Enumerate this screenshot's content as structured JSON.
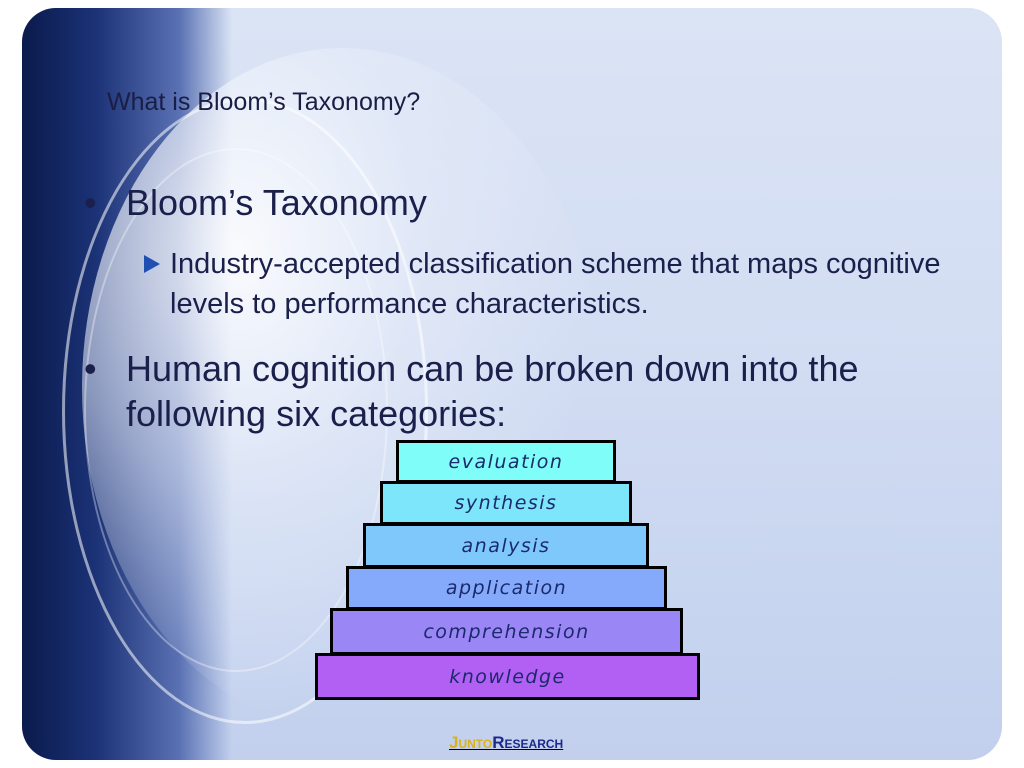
{
  "slide": {
    "title": "What is Bloom’s Taxonomy?",
    "bullets": [
      {
        "marker": "•",
        "text": "Bloom’s Taxonomy",
        "sub": [
          {
            "marker": "arrow-right-icon",
            "text": "Industry-accepted classification scheme that maps cognitive levels to performance characteristics."
          }
        ]
      },
      {
        "marker": "•",
        "text": "Human cognition can be broken down into the following six categories:"
      }
    ]
  },
  "pyramid": {
    "levels": [
      {
        "label": "evaluation",
        "color": "#7ffdf8"
      },
      {
        "label": "synthesis",
        "color": "#7ee6fb"
      },
      {
        "label": "analysis",
        "color": "#7fc8fb"
      },
      {
        "label": "application",
        "color": "#85aafb"
      },
      {
        "label": "comprehension",
        "color": "#9b86f6"
      },
      {
        "label": "knowledge",
        "color": "#b25ff3"
      }
    ]
  },
  "footer": {
    "junto_initial": "J",
    "junto_rest": "UNTO",
    "research_initial": "R",
    "research_rest": "ESEARCH",
    "junto_color": "#d9b31c",
    "research_color": "#1d2a8c"
  }
}
